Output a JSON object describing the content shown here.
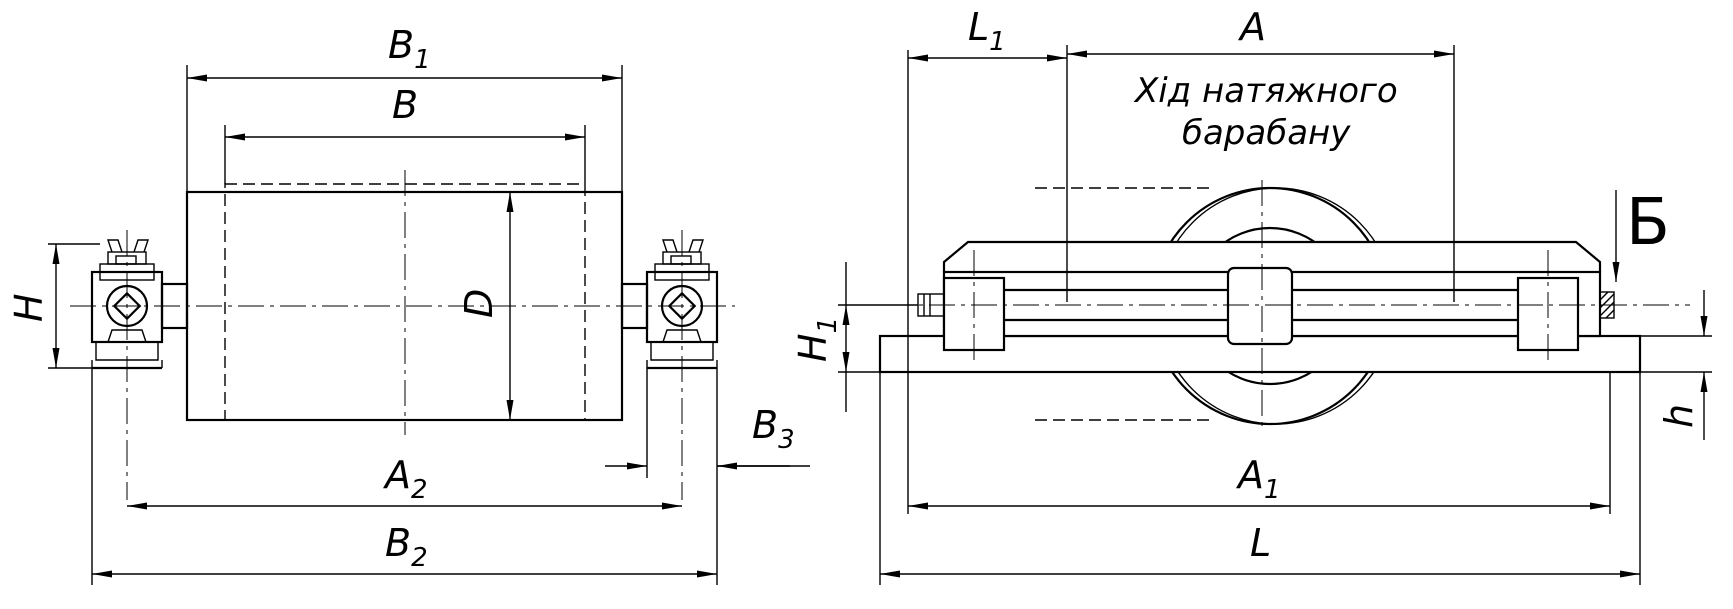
{
  "drawing": {
    "left_view": {
      "dimensions": {
        "B1": {
          "base": "B",
          "sub": "1"
        },
        "B": {
          "base": "B",
          "sub": ""
        },
        "D": {
          "base": "D",
          "sub": ""
        },
        "H": {
          "base": "H",
          "sub": ""
        },
        "A2": {
          "base": "A",
          "sub": "2"
        },
        "B2": {
          "base": "B",
          "sub": "2"
        },
        "B3": {
          "base": "B",
          "sub": "3"
        }
      }
    },
    "right_view": {
      "dimensions": {
        "L1": {
          "base": "L",
          "sub": "1"
        },
        "A": {
          "base": "A",
          "sub": ""
        },
        "H1": {
          "base": "H",
          "sub": "1"
        },
        "h": {
          "base": "h",
          "sub": ""
        },
        "A1": {
          "base": "A",
          "sub": "1"
        },
        "L": {
          "base": "L",
          "sub": ""
        }
      },
      "note_line1": "Хід натяжного",
      "note_line2": "барабану",
      "view_letter": "Б"
    }
  }
}
